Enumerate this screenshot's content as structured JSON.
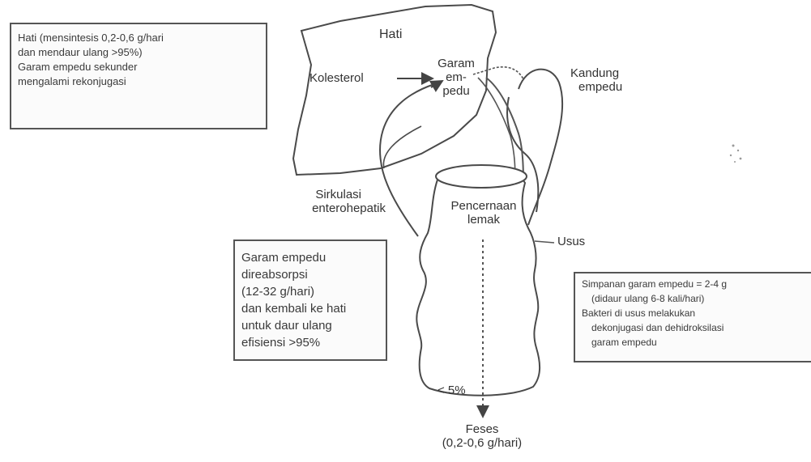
{
  "liver": {
    "title": "Hati",
    "cholesterol": "Kolesterol",
    "bile_salt": [
      "Garam",
      "em-",
      "pedu"
    ]
  },
  "gallbladder": [
    "Kandung",
    "empedu"
  ],
  "enterohepatic": [
    "Sirkulasi",
    "enterohepatik"
  ],
  "fat_digestion": [
    "Pencernaan",
    "lemak"
  ],
  "intestine": "Usus",
  "liver_note": [
    "Hati (mensintesis 0,2-0,6 g/hari",
    "dan mendaur ulang >95%)",
    "Garam empedu sekunder",
    "mengalami rekonjugasi"
  ],
  "reabsorption_note": [
    "Garam empedu",
    "direabsorpsi",
    "(12-32 g/hari)",
    "dan kembali ke hati",
    "untuk daur ulang",
    "efisiensi >95%"
  ],
  "pool_note": [
    "Simpanan garam empedu = 2-4 g",
    "(didaur ulang 6-8 kali/hari)",
    "Bakteri di usus melakukan",
    "dekonjugasi dan dehidroksilasi",
    "garam empedu"
  ],
  "loss": "< 5%",
  "feces": [
    "Feses",
    "(0,2-0,6 g/hari)"
  ]
}
